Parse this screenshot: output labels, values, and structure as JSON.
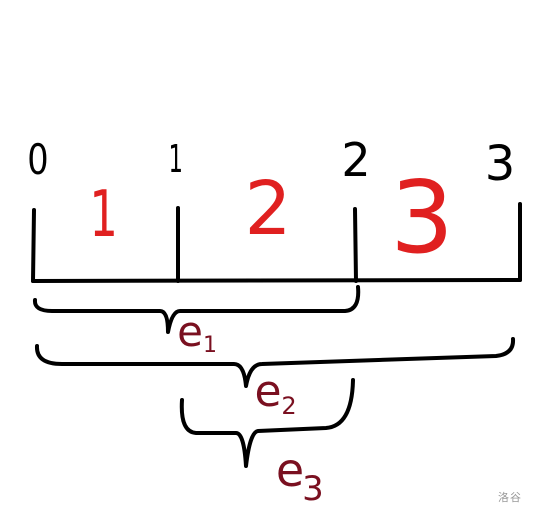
{
  "points": [
    "0",
    "1",
    "2",
    "3"
  ],
  "segments": [
    "1",
    "2",
    "3"
  ],
  "edges": [
    {
      "letter": "e",
      "subscript": "1"
    },
    {
      "letter": "e",
      "subscript": "2"
    },
    {
      "letter": "e",
      "subscript": "3"
    }
  ],
  "watermark": "洛谷",
  "colors": {
    "ink": "#000000",
    "segment_label": "#e02020",
    "edge_label": "#7a1020",
    "watermark": "#9a9a9a"
  }
}
